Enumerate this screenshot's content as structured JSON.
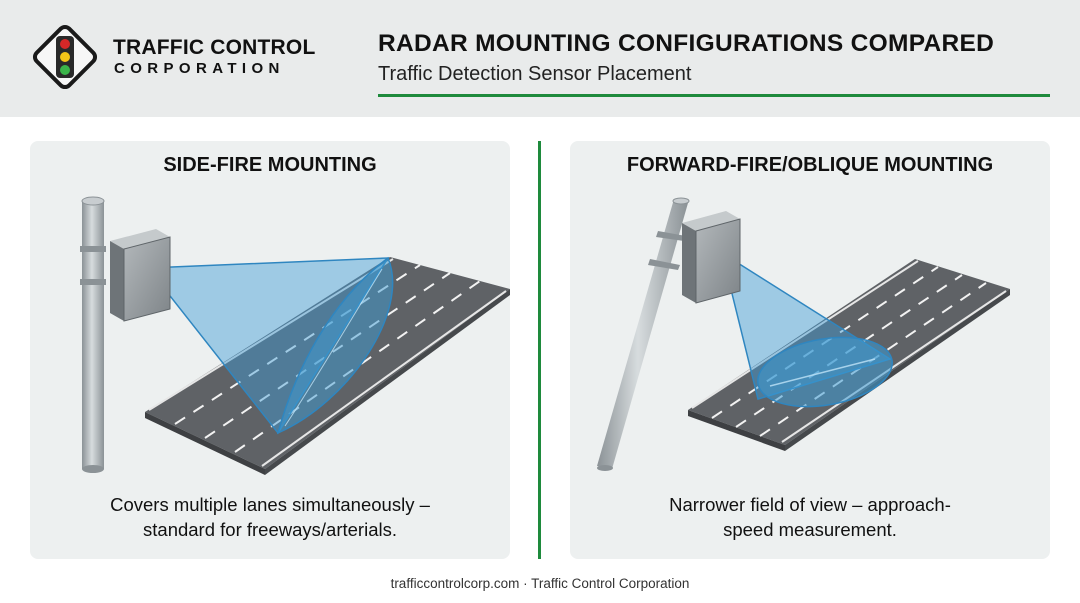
{
  "header": {
    "brand_line1": "TRAFFIC CONTROL",
    "brand_line2": "CORPORATION",
    "title": "RADAR MOUNTING CONFIGURATIONS COMPARED",
    "subtitle": "Traffic Detection Sensor Placement"
  },
  "panels": [
    {
      "title": "SIDE-FIRE MOUNTING",
      "caption_line1": "Covers multiple lanes simultaneously –",
      "caption_line2": "standard for freeways/arterials."
    },
    {
      "title": "FORWARD-FIRE/OBLIQUE MOUNTING",
      "caption_line1": "Narrower field of view – approach-",
      "caption_line2": "speed measurement."
    }
  ],
  "footer": {
    "text": "trafficcontrolcorp.com · Traffic Control Corporation"
  },
  "colors": {
    "accent_green": "#1e8a3c",
    "beam_blue": "#3d9bd4",
    "road": "#5f6266",
    "pole": "#a9b0b4"
  },
  "icons": {
    "logo": "traffic-light-icon"
  }
}
